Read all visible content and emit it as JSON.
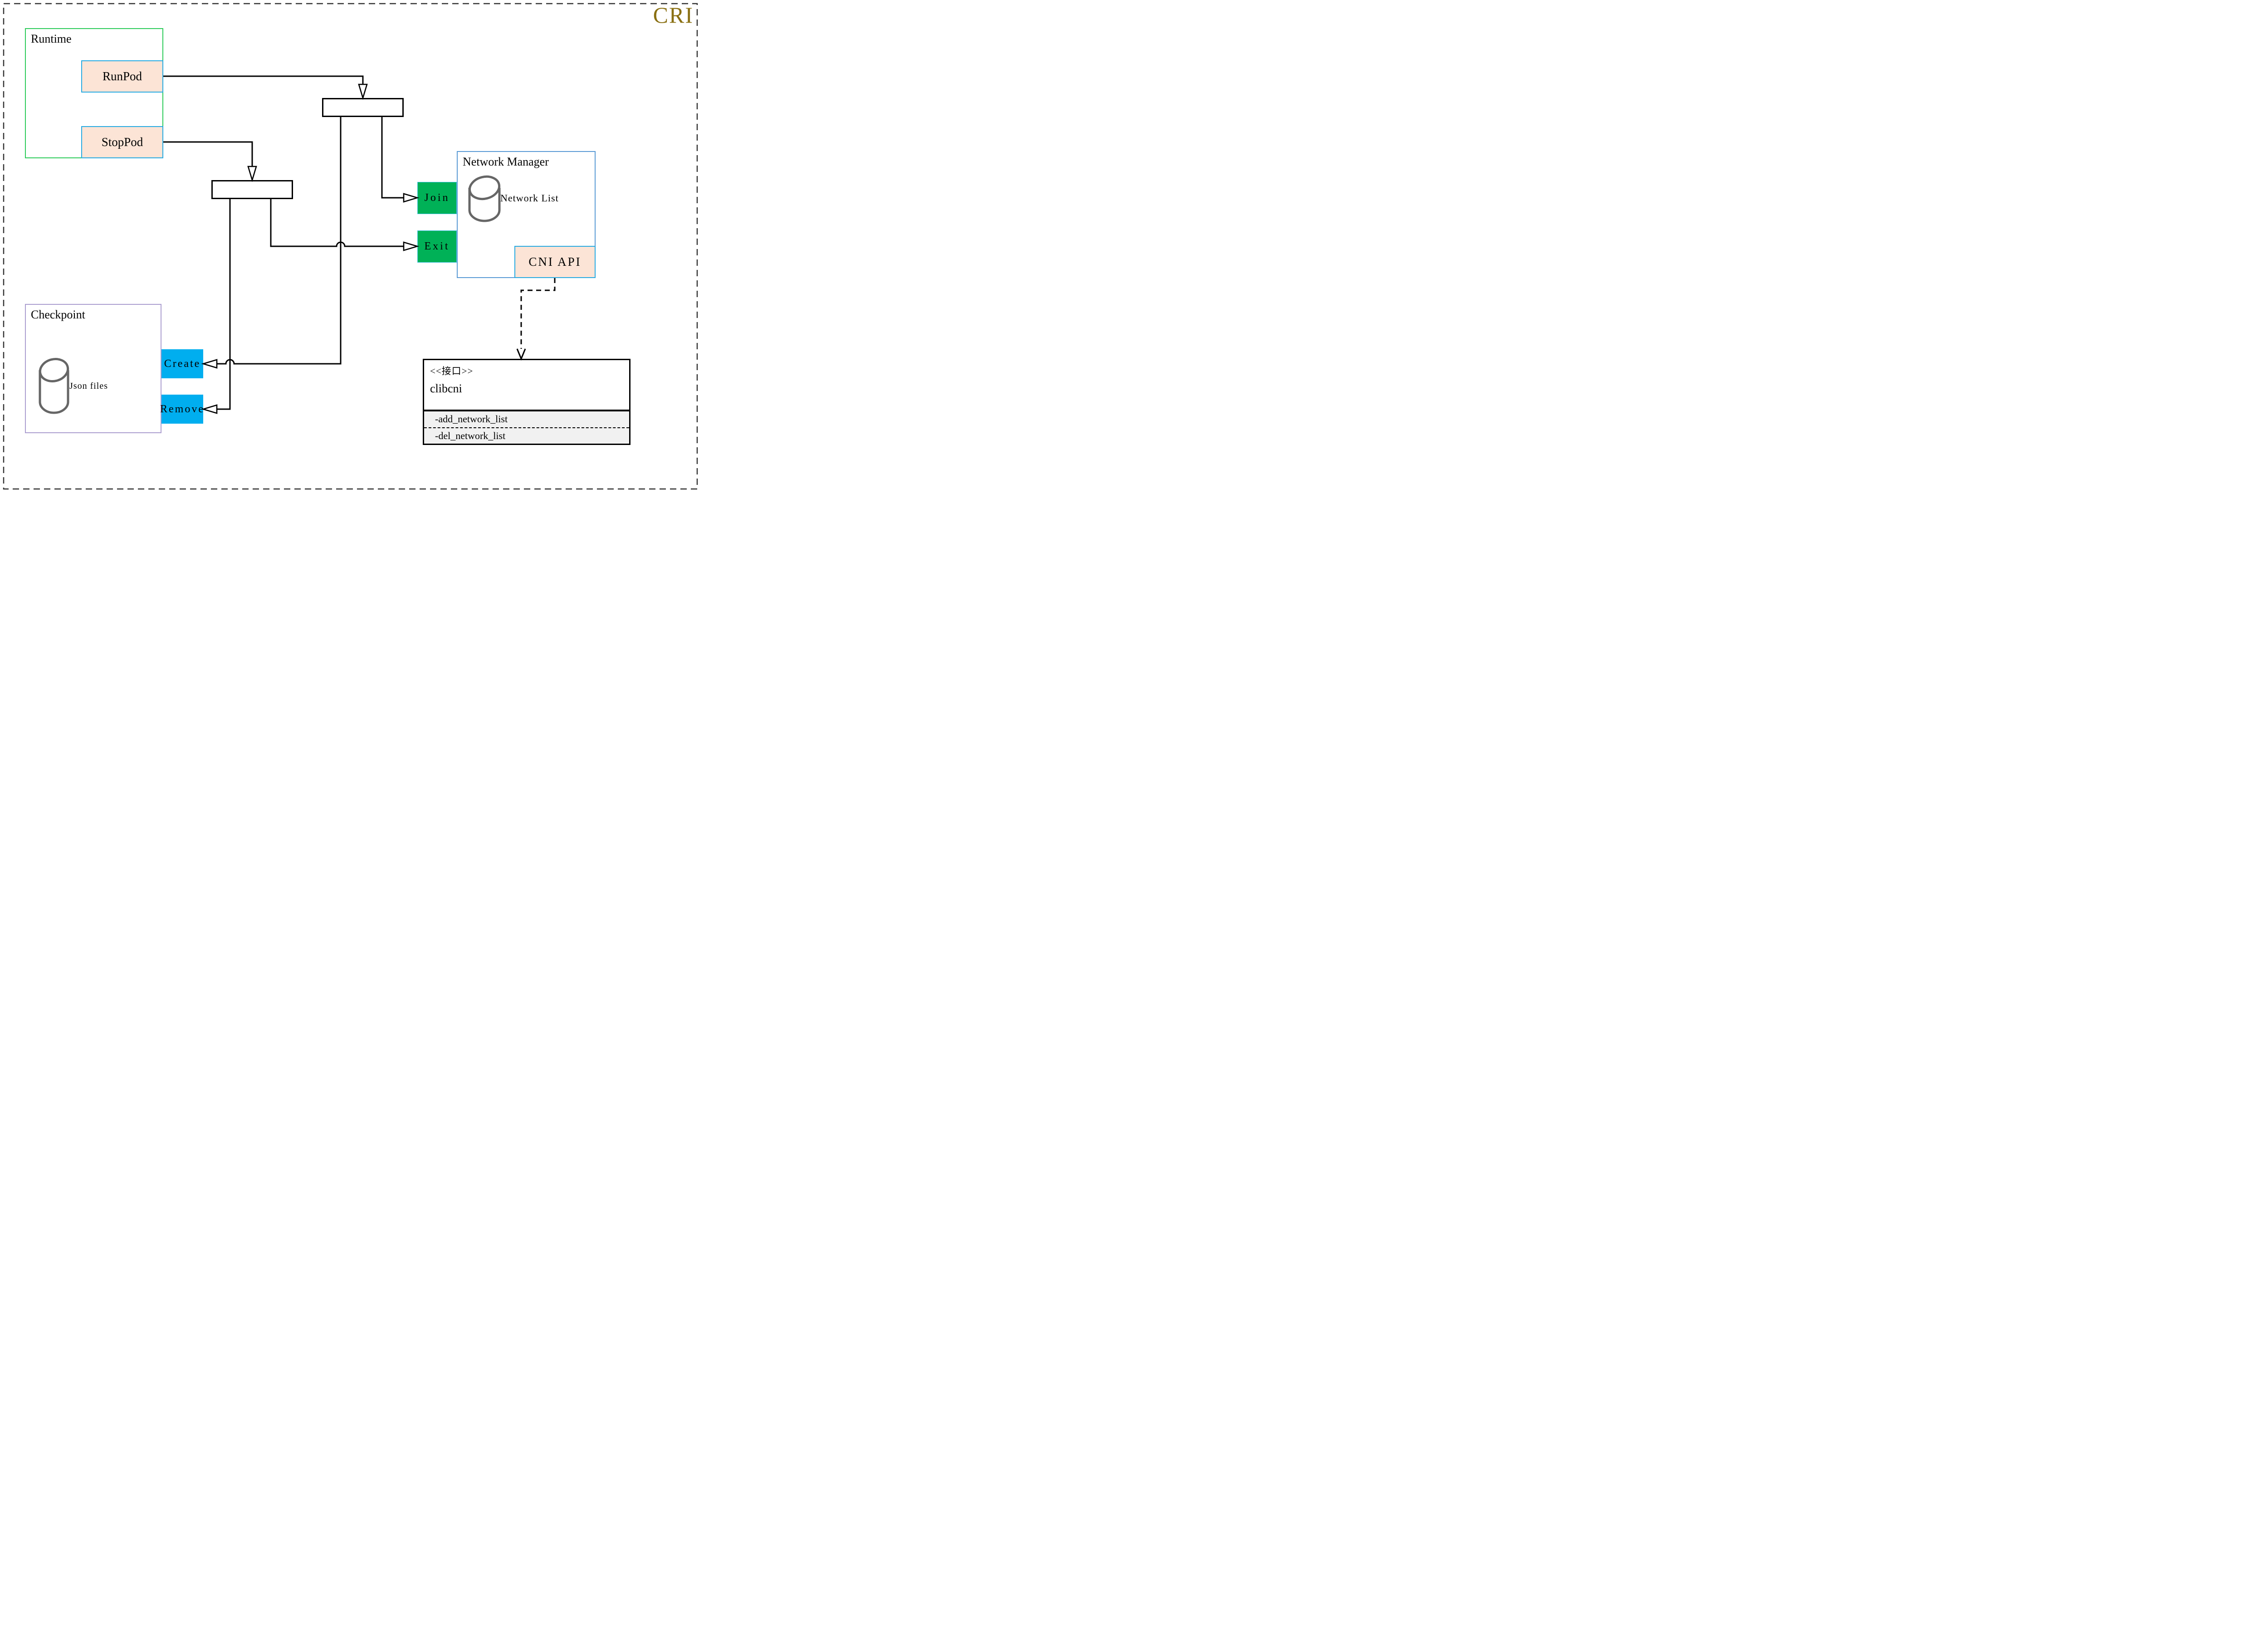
{
  "title": "CRI",
  "colors": {
    "outer_border": "#333333",
    "cri_gold": "#8A7013",
    "runtime_green": "#2FCB5B",
    "peach": "#FCE4D6",
    "cyan": "#29ABE2",
    "button_green": "#00B157",
    "button_blue": "#00AEEF",
    "nm_blue": "#5B9BD5",
    "checkpoint_purple": "#AC9FD0",
    "cylinder_gray": "#666666",
    "class_gray": "#F1F1F1",
    "line_black": "#000000"
  },
  "runtime": {
    "label": "Runtime",
    "run_pod": "RunPod",
    "stop_pod": "StopPod"
  },
  "network_manager": {
    "label": "Network Manager",
    "network_list": "Network List",
    "join": "Join",
    "exit": "Exit",
    "cni_api": "CNI API"
  },
  "checkpoint": {
    "label": "Checkpoint",
    "json_files": "Json files",
    "create": "Create",
    "remove": "Remove"
  },
  "clibcni": {
    "stereotype": "<<接口>>",
    "name": "clibcni",
    "methods": [
      "-add_network_list",
      "-del_network_list"
    ]
  }
}
